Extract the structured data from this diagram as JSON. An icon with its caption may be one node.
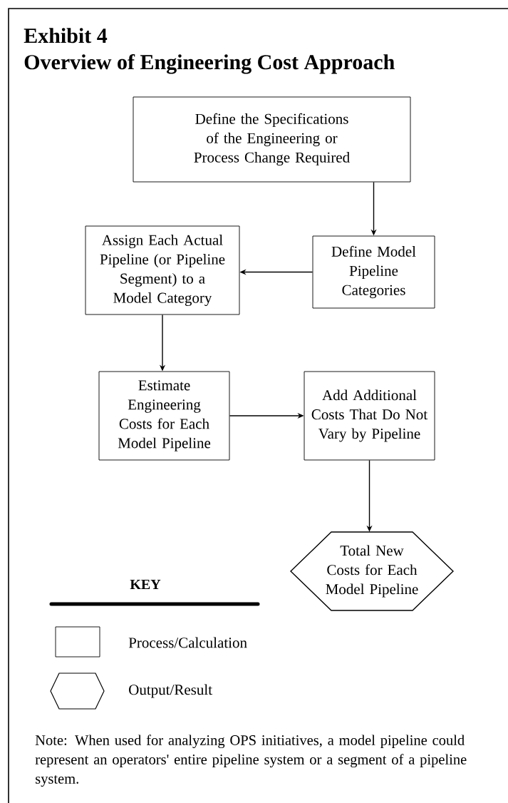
{
  "diagram": {
    "title": "Overview of Engineering Cost Approach",
    "nodes": [
      {
        "text": [
          "Define the Specifications of the Engineering or Process Change Required"
        ]
      },
      {
        "text": [
          "Define Model Pipeline Categories"
        ]
      },
      {
        "text": [
          "Assign Each Actual Pipeline (or Pipeline Segment) to a Model Category"
        ]
      },
      {
        "text": [
          "Estimate Engineering Costs for Each Model Pipeline"
        ]
      },
      {
        "text": [
          "Add Additional Costs That Do Not Vary by Pipeline"
        ]
      },
      {
        "text": [
          "Total New Costs for Each Model Pipeline"
        ]
      }
    ],
    "edges": [
      {
        "from": 0,
        "to": 1,
        "arrow": "to"
      },
      {
        "from": 1,
        "to": 2,
        "arrow": "to"
      },
      {
        "from": 2,
        "to": 3,
        "arrow": "to"
      },
      {
        "from": 3,
        "to": 4,
        "arrow": "to"
      },
      {
        "from": 4,
        "to": 5,
        "arrow": "to"
      }
    ],
    "labels": [
      "Exhibit 4",
      "KEY",
      "Note:  When used for analyzing OPS initiatives, a model pipeline could represent an operators' entire pipeline system or a segment of a pipeline system."
    ],
    "legend": [
      {
        "text": "Process/Calculation"
      },
      {
        "text": "Output/Result"
      }
    ]
  }
}
